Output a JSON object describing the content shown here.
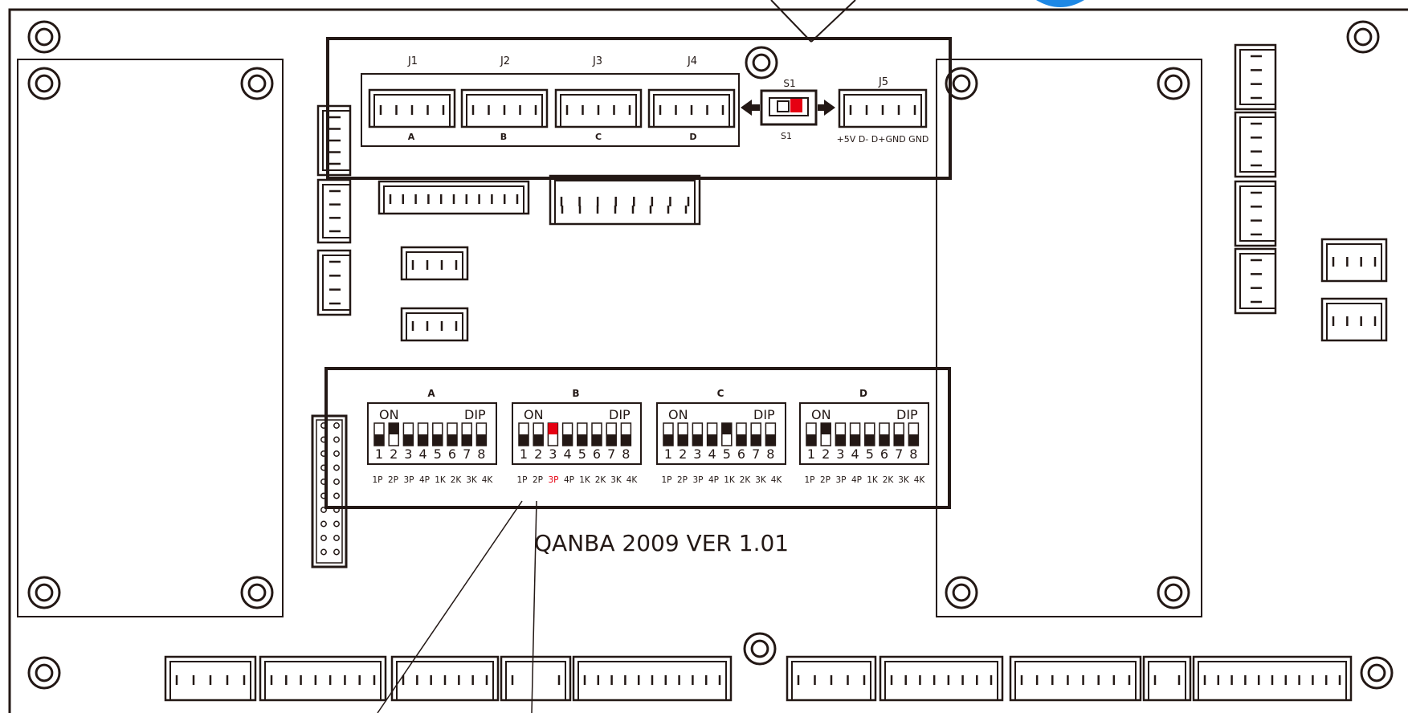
{
  "colors": {
    "ink": "#231815",
    "accent": "#e60012",
    "background": "#ffffff",
    "blue": "#1e88e5"
  },
  "top_connectors": {
    "headers": [
      "J1",
      "J2",
      "J3",
      "J4"
    ],
    "letters": [
      "A",
      "B",
      "C",
      "D"
    ]
  },
  "switch": {
    "label_top": "S1",
    "label_bottom": "S1",
    "position": "right"
  },
  "j5": {
    "label": "J5",
    "pins": "+5V D- D+GND GND"
  },
  "dip_groups": [
    {
      "letter": "A",
      "on_label": "ON",
      "dip_label": "DIP",
      "active_switch": 2,
      "active_color": "ink"
    },
    {
      "letter": "B",
      "on_label": "ON",
      "dip_label": "DIP",
      "active_switch": 3,
      "active_color": "accent"
    },
    {
      "letter": "C",
      "on_label": "ON",
      "dip_label": "DIP",
      "active_switch": 5,
      "active_color": "ink"
    },
    {
      "letter": "D",
      "on_label": "ON",
      "dip_label": "DIP",
      "active_switch": 2,
      "active_color": "ink"
    }
  ],
  "switch_numbers": [
    "1",
    "2",
    "3",
    "4",
    "5",
    "6",
    "7",
    "8"
  ],
  "dip_functions": [
    "1P",
    "2P",
    "3P",
    "4P",
    "1K",
    "2K",
    "3K",
    "4K"
  ],
  "highlighted_function": {
    "group": "B",
    "label": "3P"
  },
  "board_label": "QANBA 2009 VER 1.01"
}
